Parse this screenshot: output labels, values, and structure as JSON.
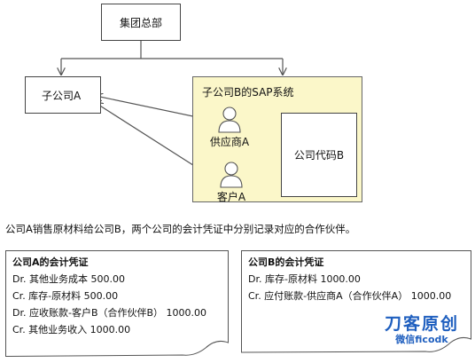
{
  "diagram": {
    "headquarters": "集团总部",
    "subsidiary_a": "子公司A",
    "sap_system": "子公司B的SAP系统",
    "supplier": "供应商A",
    "customer": "客户A",
    "company_code": "公司代码B"
  },
  "description": "公司A销售原材料给公司B，两个公司的会计凭证中分别记录对应的合作伙伴。",
  "voucher_a": {
    "title": "公司A的会计凭证",
    "lines": [
      "Dr. 其他业务成本   500.00",
      "Cr. 库存-原材料   500.00",
      "Dr. 应收账款-客户B（合作伙伴B）  1000.00",
      "Cr. 其他业务收入   1000.00"
    ]
  },
  "voucher_b": {
    "title": "公司B的会计凭证",
    "lines": [
      "Dr. 库存-原材料   1000.00",
      "Cr. 应付账款-供应商A（合作伙伴A）   1000.00"
    ]
  },
  "watermark": {
    "brand": "刀客原创",
    "handle": "微信ficodk"
  },
  "colors": {
    "sap_fill": "#fbf7c9",
    "watermark": "#1f5fbf"
  }
}
